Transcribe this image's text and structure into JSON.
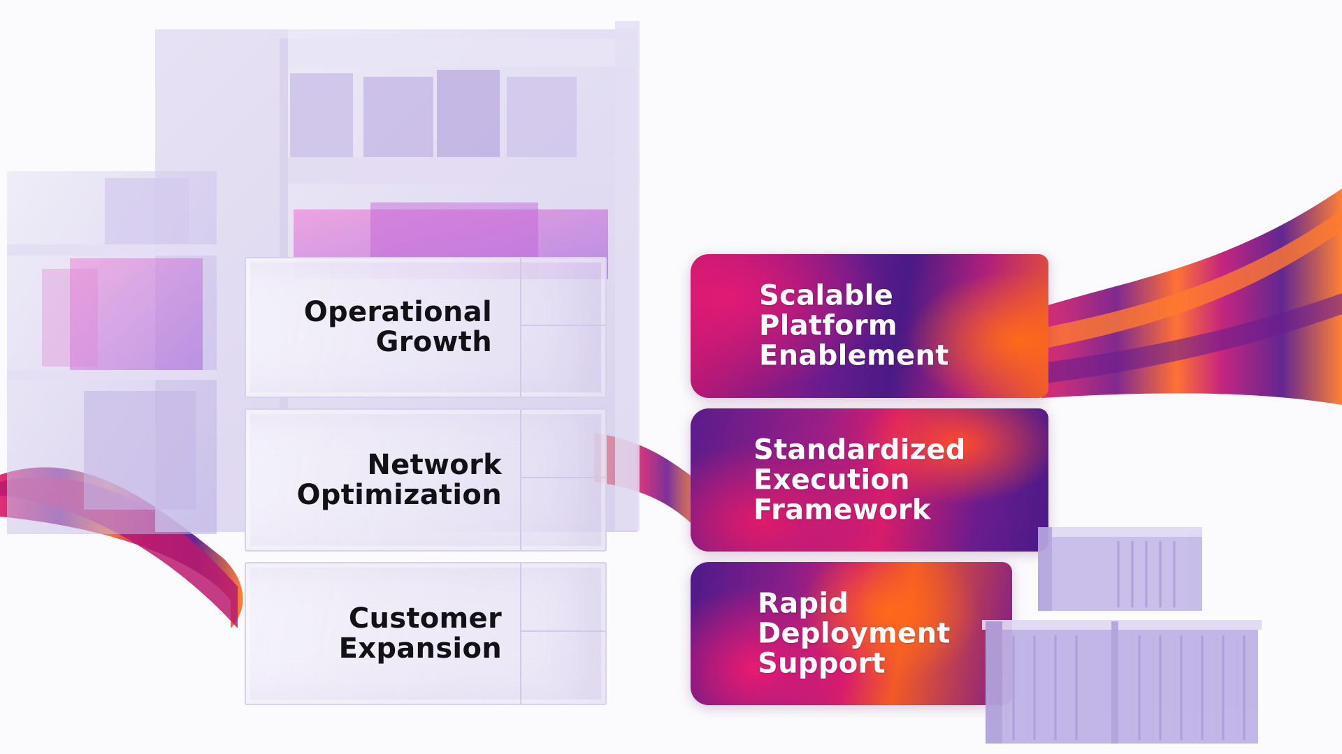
{
  "left_labels": [
    {
      "line1": "Operational",
      "line2": "Growth"
    },
    {
      "line1": "Network",
      "line2": "Optimization"
    },
    {
      "line1": "Customer",
      "line2": "Expansion"
    }
  ],
  "right_cards": [
    {
      "line1": "Scalable",
      "line2": "Platform",
      "line3": "Enablement"
    },
    {
      "line1": "Standardized",
      "line2": "Execution",
      "line3": "Framework"
    },
    {
      "line1": "Rapid",
      "line2": "Deployment",
      "line3": "Support"
    }
  ],
  "colors": {
    "glass": "#ece8f6",
    "glass_text": "#111116",
    "magenta": "#e11a74",
    "purple": "#4a1a86",
    "orange": "#ff6a1a",
    "card_text": "#ffffff"
  }
}
